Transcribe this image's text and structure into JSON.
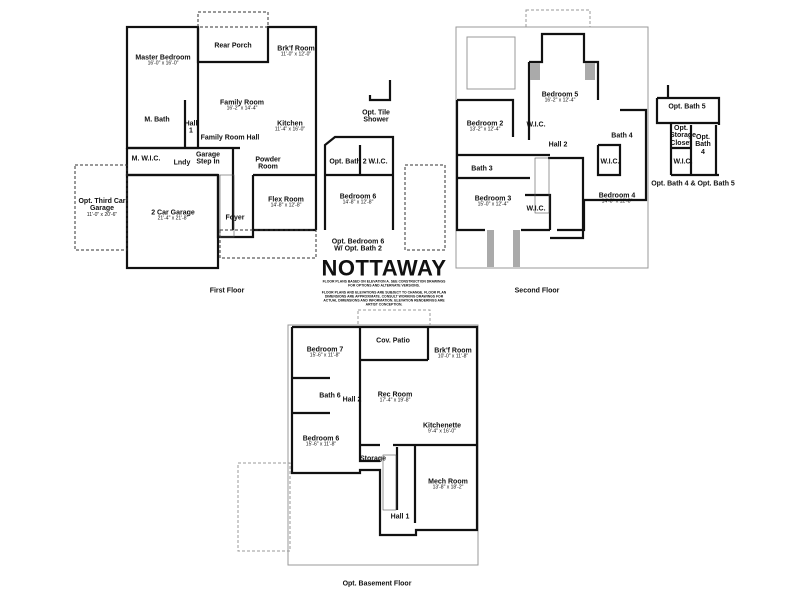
{
  "title": "NOTTAWAY",
  "disclaimers": [
    "FLOOR PLANS BASED ON ELEVATION A. SEE CONSTRUCTION DRAWINGS FOR OPTIONS AND ALTERNATE VERSIONS.",
    "FLOOR PLANS AND ELEVATIONS ARE SUBJECT TO CHANGE. FLOOR PLAN DIMENSIONS ARE APPROXIMATE. CONSULT WORKING DRAWINGS FOR ACTUAL DIMENSIONS AND INFORMATION. ELEVATION RENDERINGS ARE ARTIST CONCEPTION."
  ],
  "first_floor": {
    "caption": "First Floor",
    "rooms": [
      {
        "name": "Master Bedroom",
        "dims": "16'-0\" x 16'-0\""
      },
      {
        "name": "Rear Porch",
        "dims": ""
      },
      {
        "name": "Brk'f Room",
        "dims": "11'-0\" x 12'-0\""
      },
      {
        "name": "Family Room",
        "dims": "16'-2\" x 14'-4\""
      },
      {
        "name": "M. Bath",
        "dims": ""
      },
      {
        "name": "Hall 1",
        "dims": ""
      },
      {
        "name": "Family Room Hall",
        "dims": ""
      },
      {
        "name": "Kitchen",
        "dims": "11'-4\" x 16'-0\""
      },
      {
        "name": "M. W.I.C.",
        "dims": ""
      },
      {
        "name": "Lndy",
        "dims": ""
      },
      {
        "name": "Garage Step In",
        "dims": ""
      },
      {
        "name": "Powder Room",
        "dims": ""
      },
      {
        "name": "Opt. Third Car Garage",
        "dims": "11'-0\" x 20'-6\""
      },
      {
        "name": "2 Car Garage",
        "dims": "21'-4\" x 21'-8\""
      },
      {
        "name": "Foyer",
        "dims": ""
      },
      {
        "name": "Flex Room",
        "dims": "14'-8\" x 12'-8\""
      },
      {
        "name": "Opt. Tile Shower",
        "dims": ""
      },
      {
        "name": "Opt. Bath 2",
        "dims": ""
      },
      {
        "name": "W.I.C.",
        "dims": ""
      },
      {
        "name": "Bedroom 6",
        "dims": "14'-8\" x 12'-8\""
      },
      {
        "name": "Opt. Bedroom 6 W/ Opt. Bath 2",
        "dims": ""
      }
    ]
  },
  "second_floor": {
    "caption": "Second Floor",
    "rooms": [
      {
        "name": "Bedroom 5",
        "dims": "16'-2\" x 12'-4\""
      },
      {
        "name": "Bedroom 2",
        "dims": "13'-2\" x 12'-4\""
      },
      {
        "name": "W.I.C.",
        "dims": ""
      },
      {
        "name": "Bath 4",
        "dims": ""
      },
      {
        "name": "Hall 2",
        "dims": ""
      },
      {
        "name": "Bath 3",
        "dims": ""
      },
      {
        "name": "W.I.C.",
        "dims": ""
      },
      {
        "name": "Bedroom 3",
        "dims": "15'-0\" x 12'-4\""
      },
      {
        "name": "W.I.C.",
        "dims": ""
      },
      {
        "name": "Bedroom 4",
        "dims": "14'-8\" x 12'-8\""
      }
    ],
    "option": {
      "caption": "Opt. Bath 4 & Opt. Bath 5",
      "rooms": [
        "Opt. Bath 5",
        "Opt. Storage Closet",
        "Opt. Bath 4",
        "W.I.C."
      ]
    }
  },
  "basement": {
    "caption": "Opt. Basement Floor",
    "rooms": [
      {
        "name": "Cov. Patio",
        "dims": ""
      },
      {
        "name": "Brk'f Room",
        "dims": "10'-0\" x 11'-8\""
      },
      {
        "name": "Bedroom 7",
        "dims": "15'-6\" x 11'-8\""
      },
      {
        "name": "Bath 6",
        "dims": ""
      },
      {
        "name": "Hall 2",
        "dims": ""
      },
      {
        "name": "Rec Room",
        "dims": "17'-4\" x 19'-8\""
      },
      {
        "name": "Kitchenette",
        "dims": "9'-4\" x 16'-0\""
      },
      {
        "name": "Bedroom 6",
        "dims": "15'-6\" x 11'-8\""
      },
      {
        "name": "Storage",
        "dims": ""
      },
      {
        "name": "Mech Room",
        "dims": "13'-8\" x 18'-2\""
      },
      {
        "name": "Hall 1",
        "dims": ""
      }
    ]
  },
  "colors": {
    "wall": "#111111",
    "outline": "#999999",
    "hatch": "#aaaaaa"
  }
}
